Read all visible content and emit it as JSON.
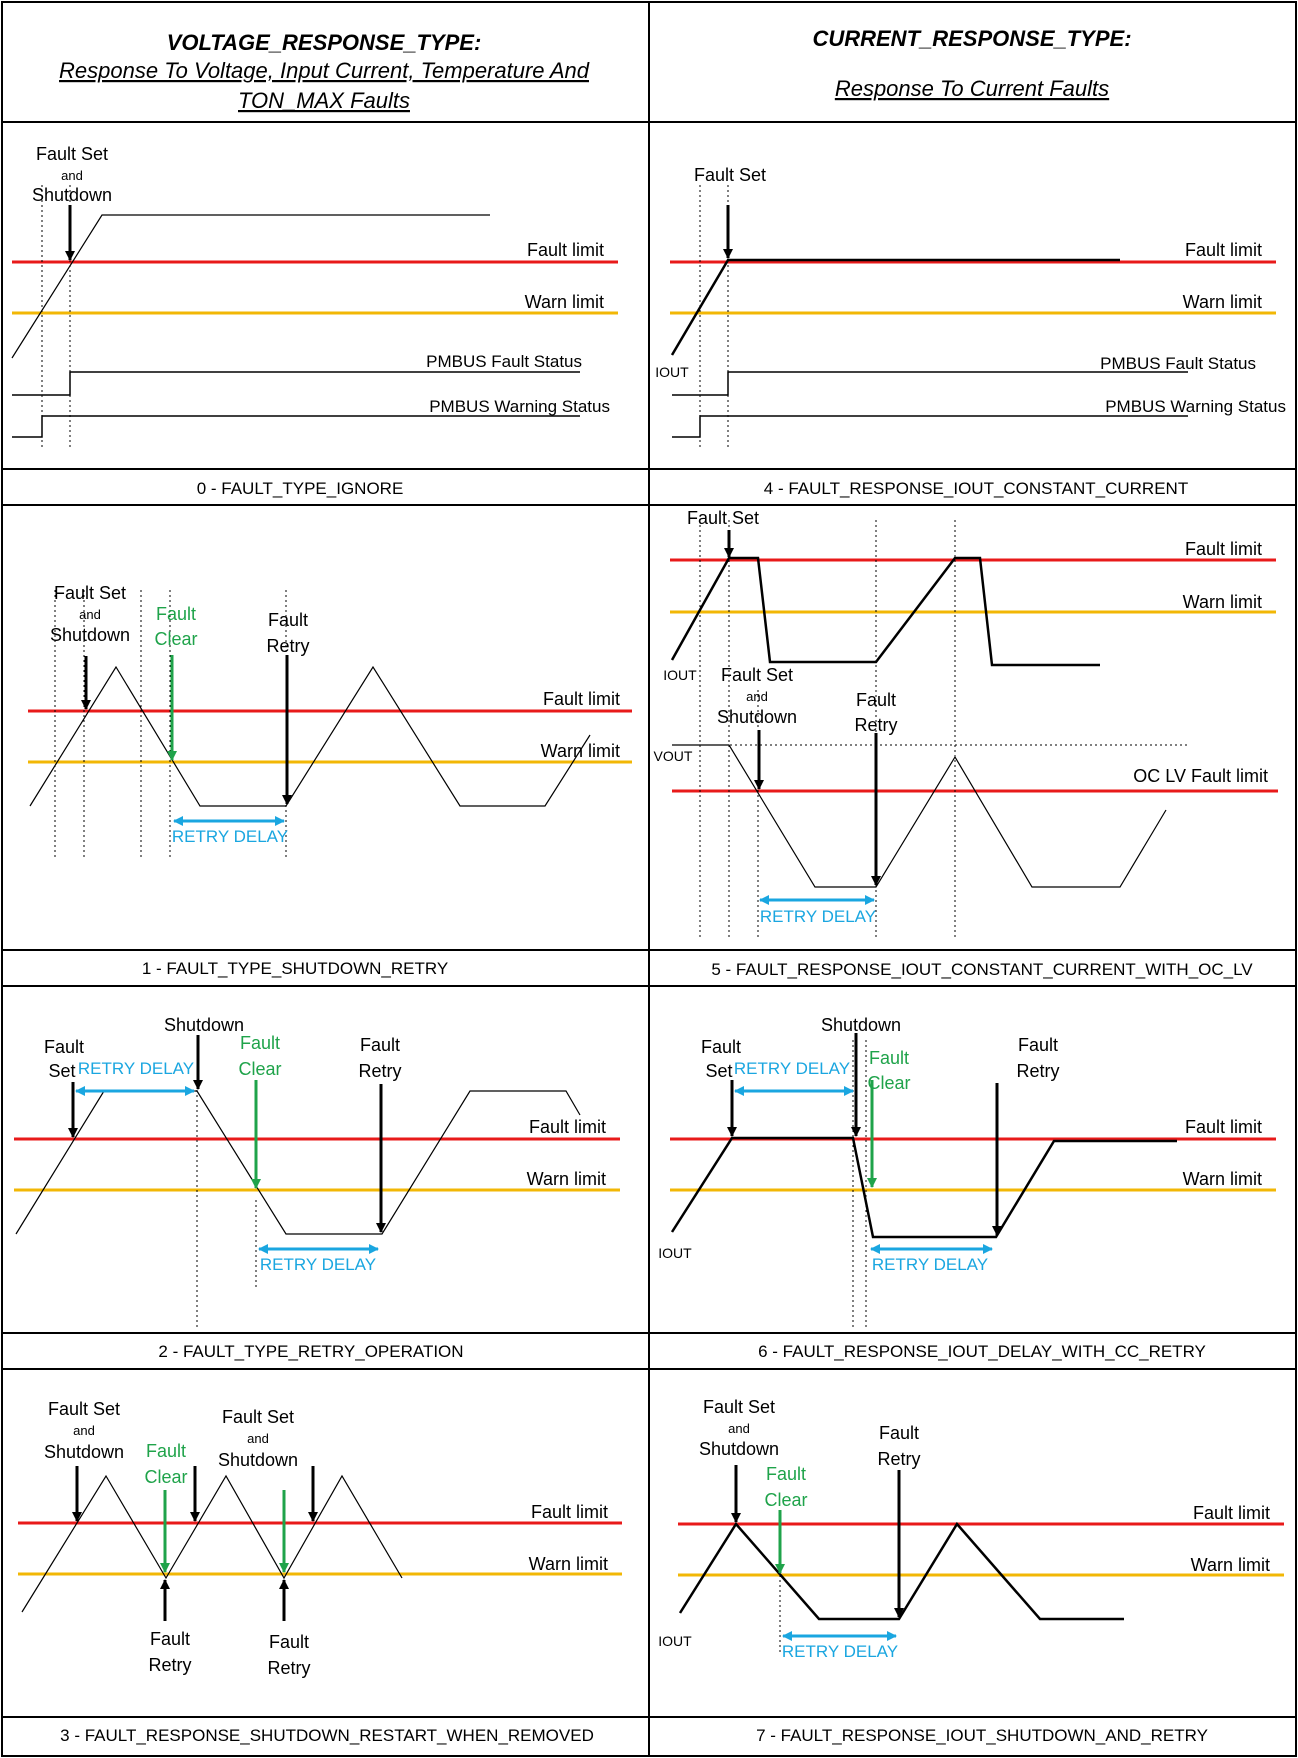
{
  "header": {
    "left_title": "VOLTAGE_RESPONSE_TYPE:",
    "left_subtitle_1": "Response To Voltage, Input Current, Temperature And",
    "left_subtitle_2": "TON_MAX Faults",
    "right_title": "CURRENT_RESPONSE_TYPE:",
    "right_subtitle": "Response To Current Faults"
  },
  "common": {
    "fault_limit": "Fault limit",
    "warn_limit": "Warn limit",
    "oc_lv_fault_limit": "OC LV Fault limit",
    "pmbus_fault_status": "PMBUS Fault Status",
    "pmbus_warning_status": "PMBUS Warning Status",
    "retry_delay": "RETRY DELAY",
    "iout": "IOUT",
    "vout": "VOUT",
    "fault": "Fault",
    "set": "Set",
    "and": "and",
    "shutdown": "Shutdown",
    "clear": "Clear",
    "retry": "Retry",
    "fault_set": "Fault Set"
  },
  "captions": {
    "c0": "0 - FAULT_TYPE_IGNORE",
    "c1": "1 - FAULT_TYPE_SHUTDOWN_RETRY",
    "c2": "2 - FAULT_TYPE_RETRY_OPERATION",
    "c3": "3 - FAULT_RESPONSE_SHUTDOWN_RESTART_WHEN_REMOVED",
    "c4": "4 - FAULT_RESPONSE_IOUT_CONSTANT_CURRENT",
    "c5": "5 - FAULT_RESPONSE_IOUT_CONSTANT_CURRENT_WITH_OC_LV",
    "c6": "6 - FAULT_RESPONSE_IOUT_DELAY_WITH_CC_RETRY",
    "c7": "7 - FAULT_RESPONSE_IOUT_SHUTDOWN_AND_RETRY"
  },
  "colors": {
    "fault_line": "#e81a1a",
    "warn_line": "#f2b705",
    "clear_text": "#1fa34a",
    "retry_delay": "#1aa6e0",
    "ink": "#000000"
  }
}
